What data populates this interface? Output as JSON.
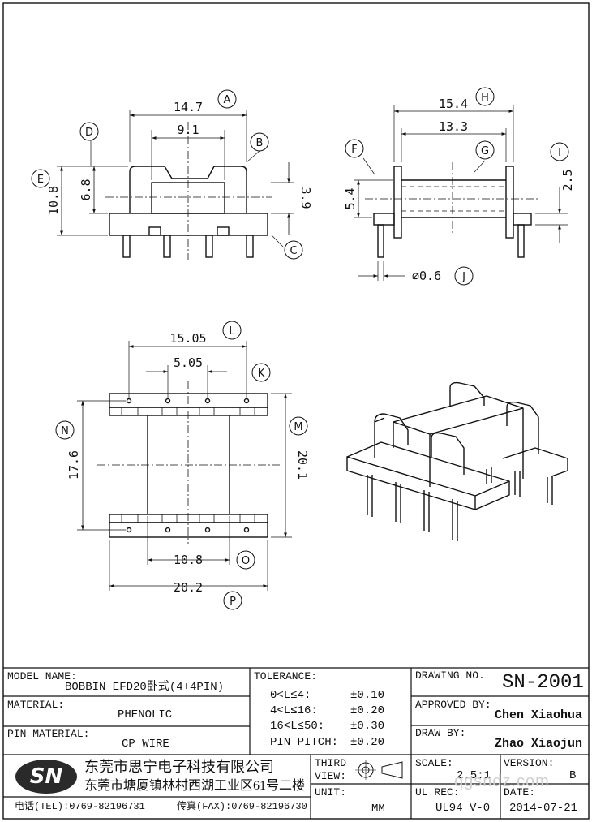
{
  "dimensions": {
    "A": "14.7",
    "B": "9.1",
    "D": "6.8",
    "E": "10.8",
    "C": "3.9",
    "H": "15.4",
    "G": "13.3",
    "F": "5.4",
    "I": "2.5",
    "J": "⌀0.6",
    "L": "15.05",
    "K": "5.05",
    "N": "17.6",
    "M": "20.1",
    "O": "10.8",
    "P": "20.2"
  },
  "callouts": [
    "A",
    "B",
    "C",
    "D",
    "E",
    "F",
    "G",
    "H",
    "I",
    "J",
    "K",
    "L",
    "M",
    "N",
    "O",
    "P"
  ],
  "title_block": {
    "model_name_label": "MODEL NAME:",
    "model_name_value": "BOBBIN EFD20卧式(4+4PIN)",
    "material_label": "MATERIAL:",
    "material_value": "PHENOLIC",
    "pin_material_label": "PIN MATERIAL:",
    "pin_material_value": "CP WIRE",
    "tolerance_label": "TOLERANCE:",
    "tolerances": [
      {
        "range": "0<L≤4:",
        "value": "±0.10"
      },
      {
        "range": "4<L≤16:",
        "value": "±0.20"
      },
      {
        "range": "16<L≤50:",
        "value": "±0.30"
      },
      {
        "range": "PIN PITCH:",
        "value": "±0.20"
      }
    ],
    "drawing_no_label": "DRAWING NO.",
    "drawing_no_value": "SN-2001",
    "approved_by_label": "APPROVED BY:",
    "approved_by_value": "Chen Xiaohua",
    "draw_by_label": "DRAW BY:",
    "draw_by_value": "Zhao Xiaojun",
    "company_logo": "SN",
    "company_name": "东莞市思宁电子科技有限公司",
    "company_address": "东莞市塘厦镇林村西湖工业区61号二楼",
    "phone": "电话(TEL):0769-82196731",
    "fax": "传真(FAX):0769-82196730",
    "third_view_label_1": "THIRD",
    "third_view_label_2": "VIEW:",
    "unit_label": "UNIT:",
    "unit_value": "MM",
    "scale_label": "SCALE:",
    "scale_value": "2.5:1",
    "version_label": "VERSION:",
    "version_value": "B",
    "ul_rec_label": "UL REC:",
    "ul_rec_value": "UL94 V-0",
    "date_label": "DATE:",
    "date_value": "2014-07-21",
    "watermark": "qgsndz.com"
  }
}
